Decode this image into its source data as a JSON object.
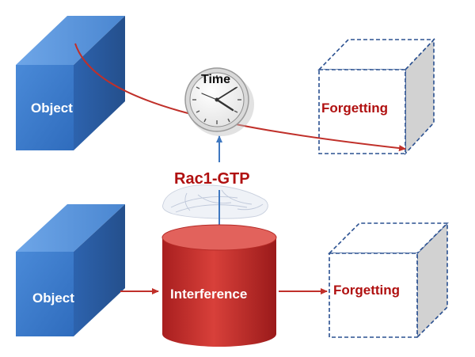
{
  "diagram": {
    "top_row": {
      "object_label": "Object",
      "forgetting_label": "Forgetting"
    },
    "middle": {
      "time_label": "Time",
      "rac_label": "Rac1-GTP"
    },
    "bottom_row": {
      "object_label": "Object",
      "interference_label": "Interference",
      "forgetting_label": "Forgetting"
    }
  },
  "colors": {
    "cube_front": "#3f7fd0",
    "cube_top": "#5c99e2",
    "cube_side": "#2a5fa8",
    "cylinder": "#c9302c",
    "forgetting_text": "#b01010",
    "rac_text": "#b01010",
    "curve_arrow": "#c0302a",
    "blue_arrow": "#3f78c0",
    "dashed_outline": "#2a5090",
    "dashed_side_fill": "#d2d2d2"
  },
  "icons": [
    "clock-icon",
    "brain-sketch-icon"
  ]
}
